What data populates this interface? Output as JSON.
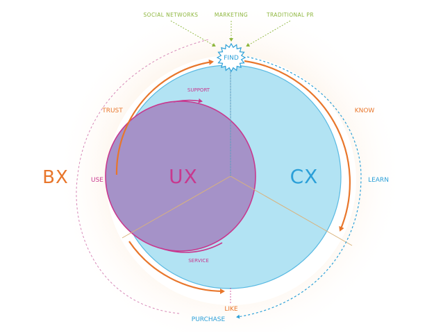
{
  "colors": {
    "orange": "#E8762B",
    "magenta": "#C8388E",
    "blue": "#2A9FD8",
    "green": "#8DB63C",
    "light_blue_fill": "#B2E3F3",
    "purple_fill": "#A592C8",
    "divider": "#D9B27C"
  },
  "top_sources": [
    "SOCIAL NETWORKS",
    "MARKETING",
    "TRADITIONAL PR"
  ],
  "badge_label": "FIND",
  "big_labels": {
    "bx": "BX",
    "ux": "UX",
    "cx": "CX"
  },
  "stage_labels": {
    "trust": "TRUST",
    "use": "USE",
    "know": "KNOW",
    "learn": "LEARN",
    "support": "SUPPORT",
    "service": "SERVICE",
    "like": "LIKE",
    "purchase": "PURCHASE"
  }
}
